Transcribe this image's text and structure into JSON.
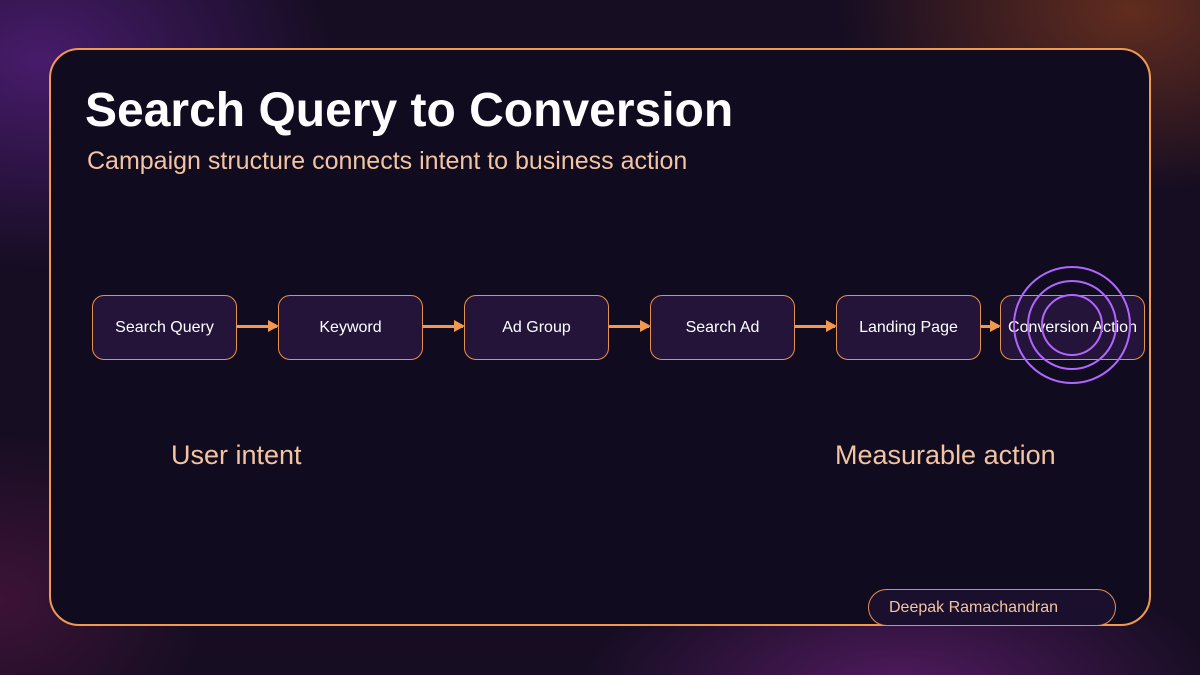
{
  "slide": {
    "title": "Search Query to Conversion",
    "subtitle": "Campaign structure connects intent to business action"
  },
  "flow": {
    "steps": [
      {
        "label": "Search Query"
      },
      {
        "label": "Keyword"
      },
      {
        "label": "Ad Group"
      },
      {
        "label": "Search Ad"
      },
      {
        "label": "Landing Page"
      },
      {
        "label": "Conversion Action"
      }
    ],
    "left_caption": "User intent",
    "right_caption": "Measurable action"
  },
  "footer": {
    "author": "Deepak Ramachandran"
  },
  "colors": {
    "accent": "#f19a4f",
    "node_fill": "#24143a",
    "ring": "#b066ff",
    "text_light": "#f2c4a2"
  }
}
